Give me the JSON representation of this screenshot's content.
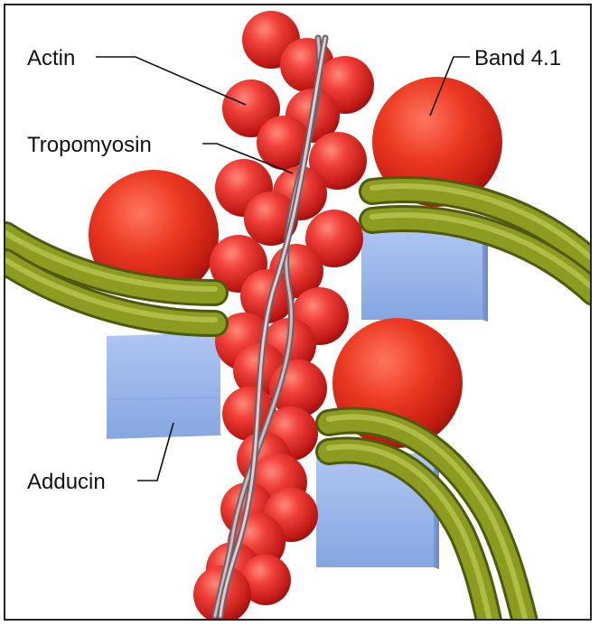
{
  "labels": {
    "actin": "Actin",
    "tropomyosin": "Tropomyosin",
    "band41": "Band 4.1",
    "adducin": "Adducin"
  },
  "colors": {
    "actin_red": "#e8302a",
    "band41_red": "#e23a26",
    "adducin_blue": "#9db8ea",
    "spectrin_green": "#8a9a1e",
    "tropomyosin_gray": "#9a8e95"
  }
}
